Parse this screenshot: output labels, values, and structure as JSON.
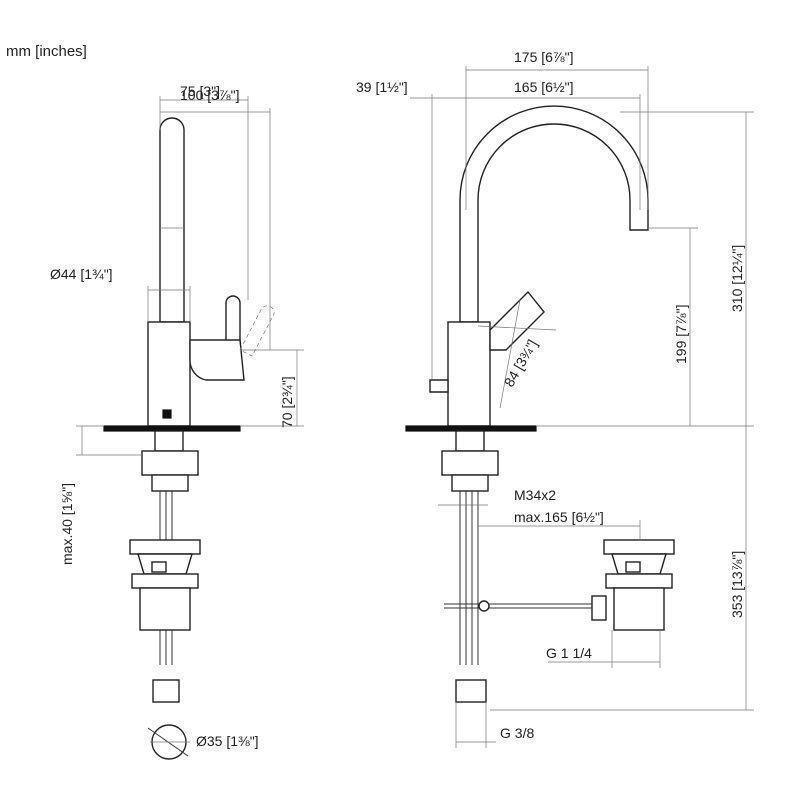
{
  "units": "mm [inches]",
  "dimensions": {
    "w175": "175 [6⅞\"]",
    "w165": "165 [6½\"]",
    "w39": "39 [1½\"]",
    "w75": "75 [3\"]",
    "w100": "100 [3⅞\"]",
    "dia44": "Ø44 [1¾\"]",
    "h70": "70 [2¾\"]",
    "max40": "max.40 [1⅝\"]",
    "h310": "310 [12¼\"]",
    "h199": "199 [7⅞\"]",
    "d84": "84 [3¾\"]",
    "thread": "M34x2",
    "max165": "max.165 [6½\"]",
    "h353": "353 [13⅞\"]",
    "g114": "G 1 1/4",
    "g38": "G 3/8",
    "dia35": "Ø35 [1⅜\"]"
  }
}
